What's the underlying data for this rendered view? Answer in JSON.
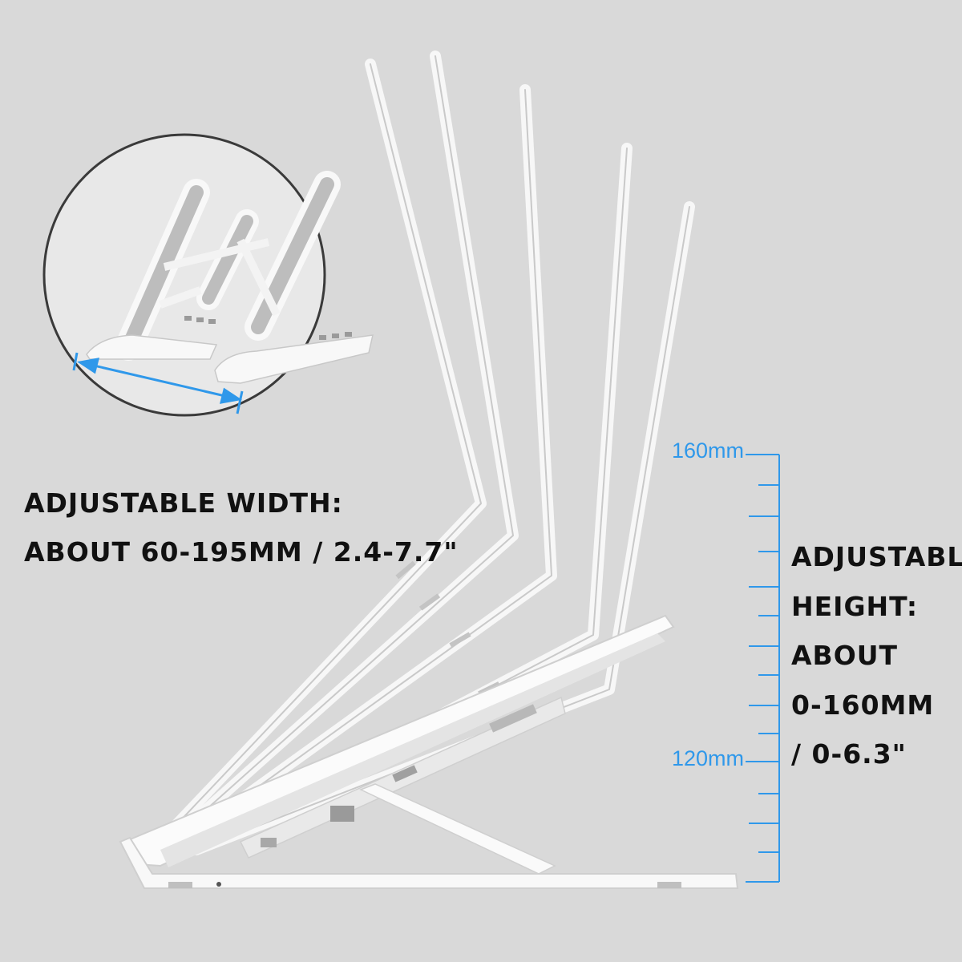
{
  "colors": {
    "background": "#d9d9d9",
    "stand_white": "#f7f7f7",
    "stand_shade": "#c9c9c9",
    "measure_blue": "#2f98ea",
    "text": "#111111"
  },
  "width_caption": {
    "line1": "ADJUSTABLE WIDTH:",
    "line2": "ABOUT 60-195MM / 2.4-7.7\""
  },
  "height_caption": {
    "line1": "ADJUSTABLE",
    "line2": "HEIGHT:",
    "line3": "ABOUT",
    "line4": "0-160MM",
    "line5": "/ 0-6.3\""
  },
  "height_scale": {
    "top_label": "160mm",
    "middle_label": "120mm"
  },
  "inset": {
    "subject": "folded-stand-closeup",
    "arrow_icon": "double-arrow-icon"
  }
}
